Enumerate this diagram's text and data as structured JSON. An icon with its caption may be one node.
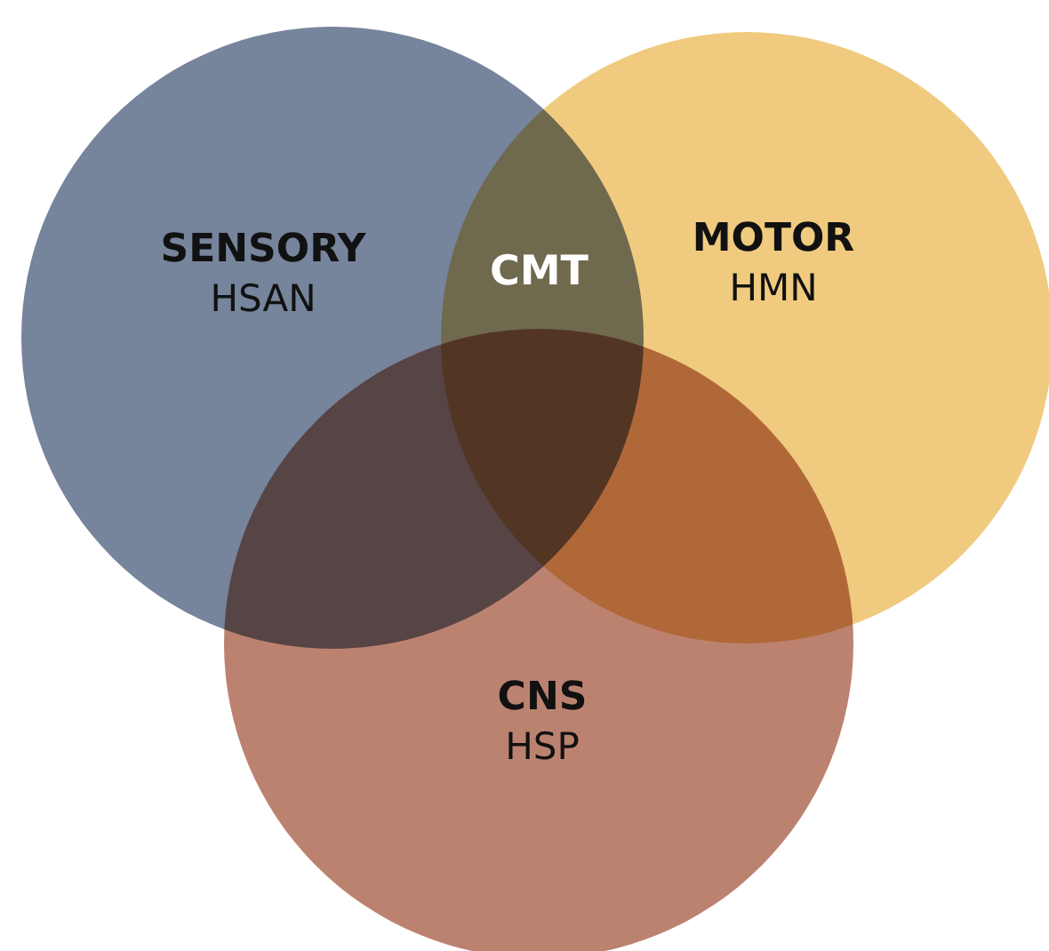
{
  "diagram": {
    "nodes": [
      {
        "text": [
          "SENSORY",
          "HSAN"
        ]
      },
      {
        "text": [
          "MOTOR",
          "HMN"
        ]
      },
      {
        "text": [
          "CNS",
          "HSP"
        ]
      }
    ],
    "labels": [
      "CMT"
    ]
  }
}
